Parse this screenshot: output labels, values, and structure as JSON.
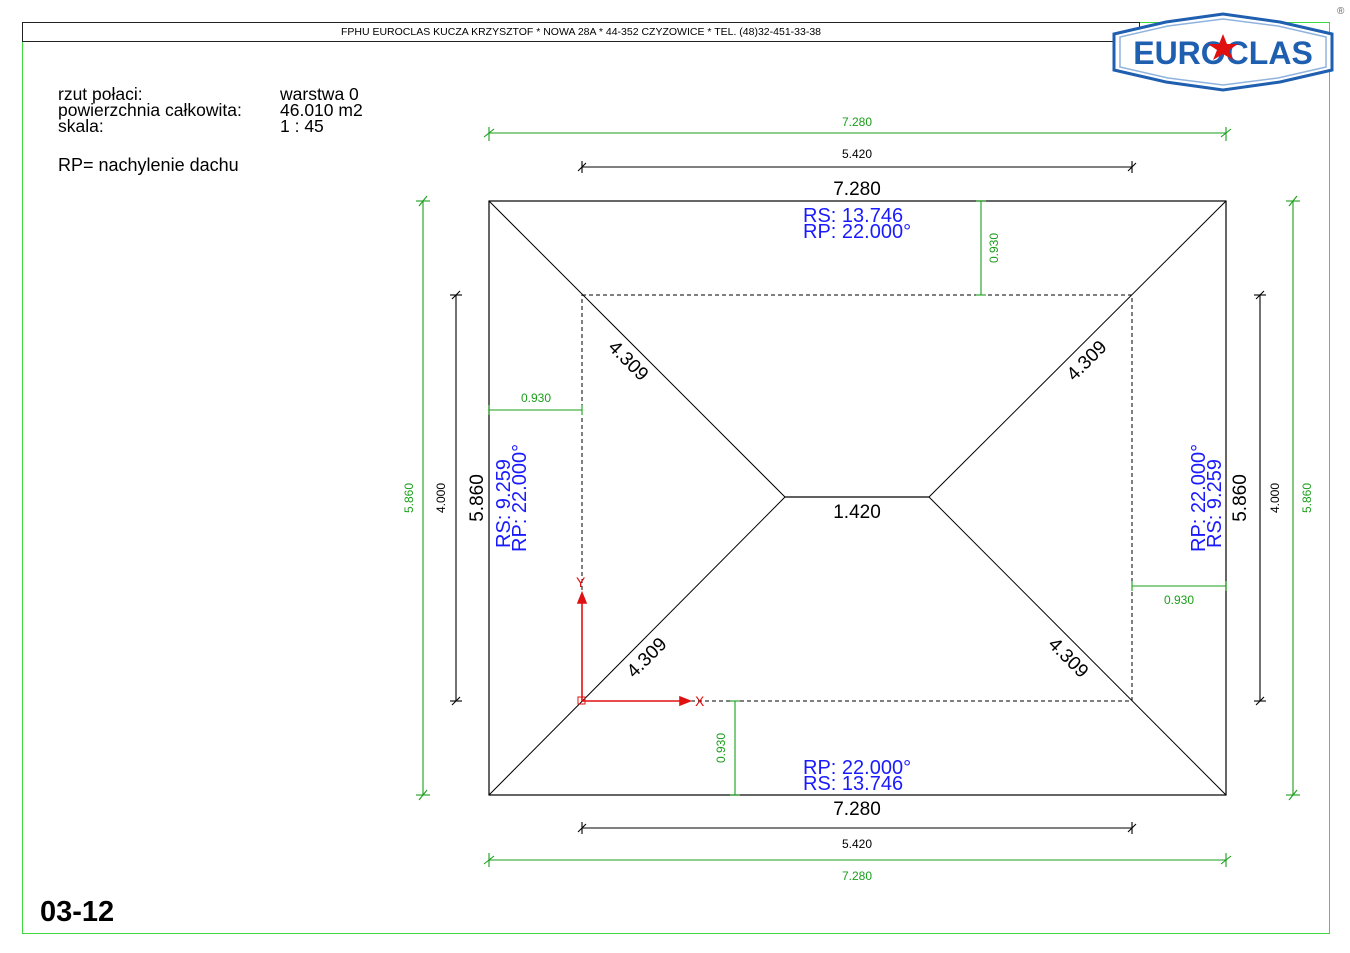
{
  "header": {
    "company_line": "FPHU EUROCLAS KUCZA KRZYSZTOF * NOWA 28A * 44-352 CZYZOWICE * TEL. (48)32-451-33-38"
  },
  "logo": {
    "text": "EUROCLAS",
    "registered": "®"
  },
  "info": {
    "rows": [
      {
        "label": "rzut połaci:",
        "value": "warstwa 0"
      },
      {
        "label": "powierzchnia całkowita:",
        "value": "46.010 m2"
      },
      {
        "label": "skala:",
        "value": "1 : 45"
      }
    ],
    "note": "RP= nachylenie dachu"
  },
  "sheet_number": "03-12",
  "plan": {
    "outer_width_label": "7.280",
    "outer_height_label": "5.860",
    "inner_width_label": "5.420",
    "inner_height_label": "4.000",
    "ridge_label": "1.420",
    "hip_label": "4.309",
    "offset_label": "0.930",
    "top_face": {
      "rs": "RS:  13.746",
      "rp": "RP: 22.000°"
    },
    "bottom_face": {
      "rp": "RP: 22.000°",
      "rs": "RS:  13.746"
    },
    "left_face": {
      "rs": "RS:  9.259",
      "rp": "RP: 22.000°"
    },
    "right_face": {
      "rp": "RP: 22.000°",
      "rs": "RS:  9.259"
    },
    "axis_x": "X",
    "axis_y": "Y"
  },
  "colors": {
    "frame": "#3fd93f",
    "dimension_green": "#1a9e1a",
    "annotation_blue": "#1a1aff",
    "axis_red": "#e01010",
    "logo_blue": "#1f5fb0"
  }
}
